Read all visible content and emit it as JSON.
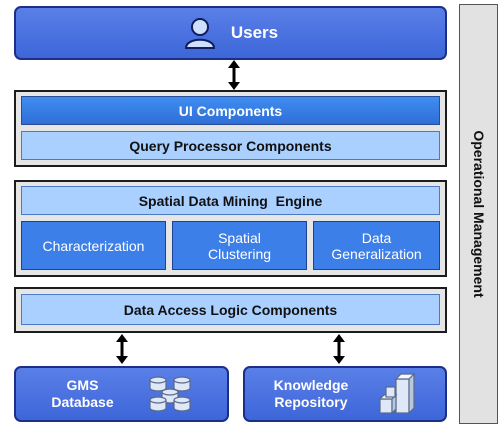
{
  "users": {
    "label": "Users",
    "icon": "user-icon"
  },
  "ui_layer": {
    "ui_components": "UI Components",
    "query_processor": "Query Processor Components"
  },
  "mining_layer": {
    "engine": "Spatial Data Mining  Engine",
    "modules": [
      {
        "line1": "Characterization",
        "line2": ""
      },
      {
        "line1": "Spatial",
        "line2": "Clustering"
      },
      {
        "line1": "Data",
        "line2": "Generalization"
      }
    ]
  },
  "access_layer": {
    "label": "Data Access Logic Components"
  },
  "stores": [
    {
      "line1": "GMS",
      "line2": "Database",
      "icon": "database-icon"
    },
    {
      "line1": "Knowledge",
      "line2": "Repository",
      "icon": "cubes-icon"
    }
  ],
  "side_panel": {
    "label": "Operational Management"
  },
  "colors": {
    "dark_blue": "#3d66d8",
    "bar_blue": "#2f6ed8",
    "light_blue": "#a9d0ff",
    "panel_gray": "#e6e6e6"
  }
}
